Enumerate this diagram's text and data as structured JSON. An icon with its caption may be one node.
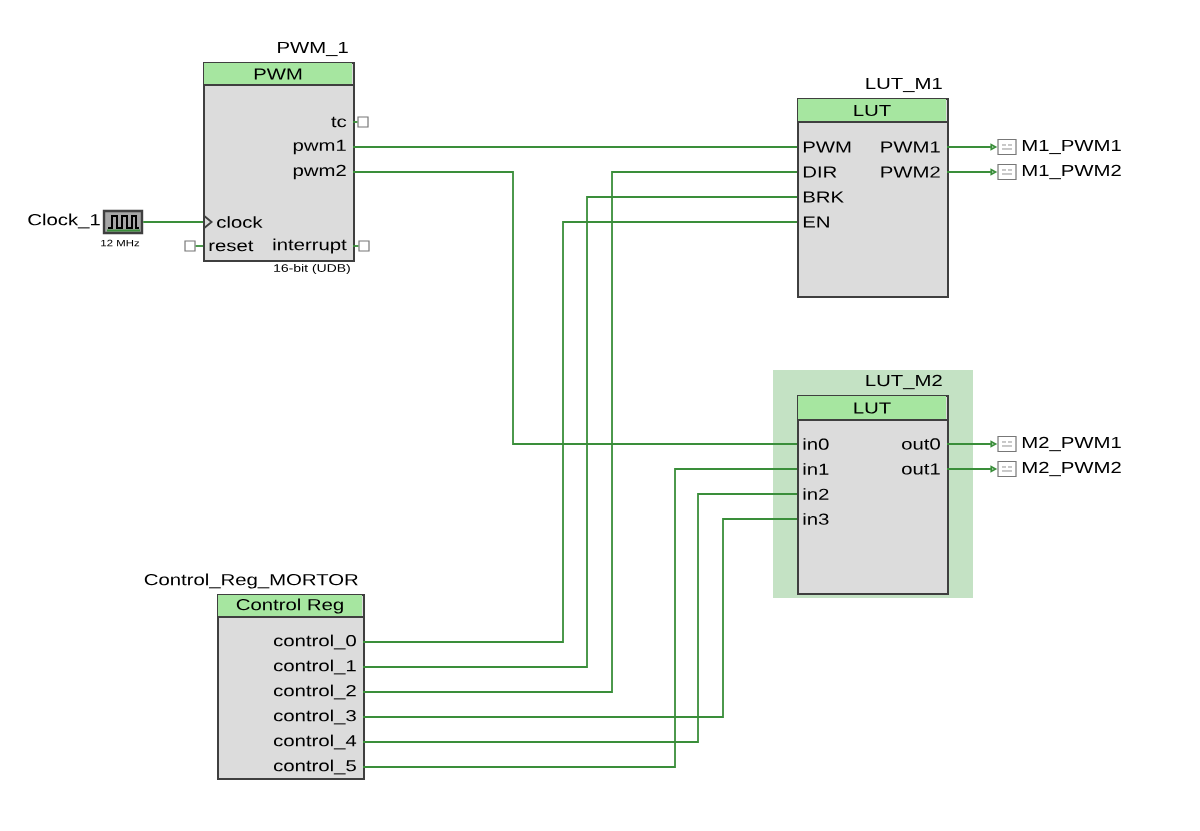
{
  "diagram": {
    "nodes": [
      {
        "text": [
          "PWM_1",
          "PWM"
        ],
        "beside": [
          "16-bit (UDB)"
        ]
      },
      {
        "text": [
          "tc"
        ],
        "in": 0
      },
      {
        "text": [
          "pwm1"
        ],
        "in": 0
      },
      {
        "text": [
          "pwm2"
        ],
        "in": 0
      },
      {
        "text": [
          "clock"
        ],
        "in": 0
      },
      {
        "text": [
          "reset"
        ],
        "in": 0
      },
      {
        "text": [
          "interrupt"
        ],
        "in": 0
      },
      {
        "text": [],
        "shape": "box"
      },
      {
        "text": [],
        "shape": "box"
      },
      {
        "text": [],
        "shape": "box"
      },
      {
        "text": [
          "Clock_1",
          "12 MHz"
        ]
      },
      {
        "text": [
          "LUT_M1",
          "LUT"
        ]
      },
      {
        "text": [
          "PWM"
        ],
        "in": 11
      },
      {
        "text": [
          "DIR"
        ],
        "in": 11
      },
      {
        "text": [
          "BRK"
        ],
        "in": 11
      },
      {
        "text": [
          "EN"
        ],
        "in": 11
      },
      {
        "text": [
          "PWM1"
        ],
        "in": 11
      },
      {
        "text": [
          "PWM2"
        ],
        "in": 11
      },
      {
        "text": [
          "M1_PWM1"
        ]
      },
      {
        "text": [
          "M1_PWM2"
        ]
      },
      {
        "text": [
          "LUT_M2",
          "LUT"
        ]
      },
      {
        "text": [
          "in0"
        ],
        "in": 20
      },
      {
        "text": [
          "in1"
        ],
        "in": 20
      },
      {
        "text": [
          "in2"
        ],
        "in": 20
      },
      {
        "text": [
          "in3"
        ],
        "in": 20
      },
      {
        "text": [
          "out0"
        ],
        "in": 20
      },
      {
        "text": [
          "out1"
        ],
        "in": 20
      },
      {
        "text": [
          "M2_PWM1"
        ]
      },
      {
        "text": [
          "M2_PWM2"
        ]
      },
      {
        "text": [
          "Control_Reg_MORTOR",
          "Control Reg"
        ]
      },
      {
        "text": [
          "control_0"
        ],
        "in": 29
      },
      {
        "text": [
          "control_1"
        ],
        "in": 29
      },
      {
        "text": [
          "control_2"
        ],
        "in": 29
      },
      {
        "text": [
          "control_3"
        ],
        "in": 29
      },
      {
        "text": [
          "control_4"
        ],
        "in": 29
      },
      {
        "text": [
          "control_5"
        ],
        "in": 29
      }
    ],
    "edges": [
      {
        "from": 1,
        "to": 7,
        "arrow": "none"
      },
      {
        "from": 8,
        "to": 5,
        "arrow": "none"
      },
      {
        "from": 6,
        "to": 9,
        "arrow": "none"
      },
      {
        "from": 10,
        "to": 4,
        "arrow": "to"
      },
      {
        "from": 2,
        "to": 12,
        "arrow": "none"
      },
      {
        "from": 3,
        "to": 21,
        "arrow": "none"
      },
      {
        "from": 16,
        "to": 18,
        "arrow": "to"
      },
      {
        "from": 17,
        "to": 19,
        "arrow": "to"
      },
      {
        "from": 25,
        "to": 27,
        "arrow": "to"
      },
      {
        "from": 26,
        "to": 28,
        "arrow": "to"
      },
      {
        "from": 30,
        "to": 15,
        "arrow": "none"
      },
      {
        "from": 31,
        "to": 14,
        "arrow": "none"
      },
      {
        "from": 32,
        "to": 13,
        "arrow": "none"
      },
      {
        "from": 33,
        "to": 24,
        "arrow": "none"
      },
      {
        "from": 34,
        "to": 23,
        "arrow": "none"
      },
      {
        "from": 35,
        "to": 22,
        "arrow": "none"
      }
    ]
  }
}
